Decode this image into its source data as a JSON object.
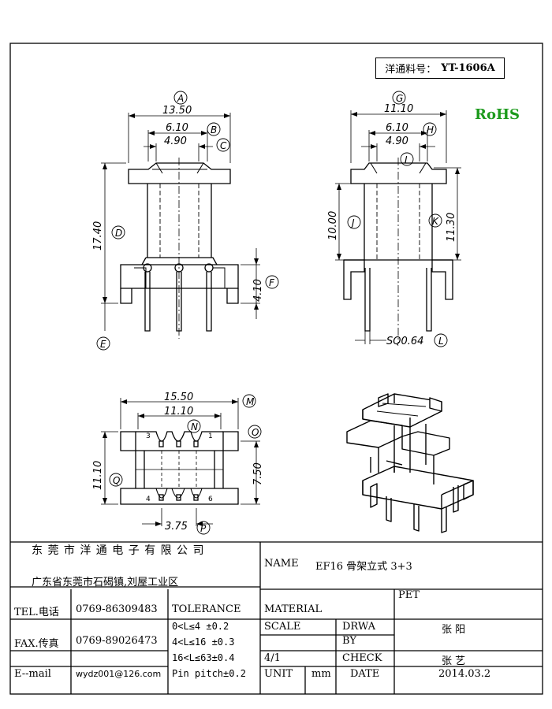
{
  "header": {
    "part_code_label": "洋通料号：",
    "part_code": "YT-1606A",
    "rohs": "RoHS"
  },
  "front_view": {
    "dims": {
      "A": "13.50",
      "B": "6.10",
      "C": "4.90",
      "D": "17.40",
      "F": "4.10"
    },
    "labels": [
      "A",
      "B",
      "C",
      "D",
      "E",
      "F"
    ]
  },
  "side_view": {
    "dims": {
      "C": "11.10",
      "H": "6.10",
      "I": "4.90",
      "J": "10.00",
      "K": "11.30",
      "L": "SQ0.64"
    },
    "labels": [
      "G",
      "H",
      "I",
      "J",
      "K",
      "L"
    ]
  },
  "bottom_view": {
    "dims": {
      "M": "15.50",
      "N": "11.10",
      "Q": "11.10",
      "O": "7.50",
      "P": "3.75"
    },
    "pin_numbers": [
      "3",
      "1",
      "4",
      "6"
    ],
    "labels": [
      "M",
      "N",
      "O",
      "P",
      "Q"
    ]
  },
  "title_block": {
    "company": "东 莞 市 洋 通 电 子 有 限 公 司",
    "address": "广东省东莞市石碣镇,刘屋工业区",
    "name_label": "NAME",
    "name_value": "EF16 骨架立式 3+3",
    "tel_label": "TEL.电话",
    "tel_value": "0769-86309483",
    "fax_label": "FAX.传真",
    "fax_value": "0769-89026473",
    "email_label": "E--mail",
    "email_value": "wydz001@126.com",
    "tolerance_label": "TOLERANCE",
    "tolerance_lines": [
      "0<L≤4  ±0.2",
      "4<L≤16 ±0.3",
      "16<L≤63±0.4",
      "Pin pitch±0.2"
    ],
    "material_label": "MATERIAL",
    "material_value": "PET",
    "scale_label": "SCALE",
    "scale_value": "4/1",
    "drawn_label_1": "DRWA",
    "drawn_label_2": "BY",
    "drawn_value": "张 阳",
    "check_label": "CHECK",
    "check_value": "张 艺",
    "unit_label": "UNIT",
    "unit_value": "mm",
    "date_label": "DATE",
    "date_value": "2014.03.2"
  }
}
